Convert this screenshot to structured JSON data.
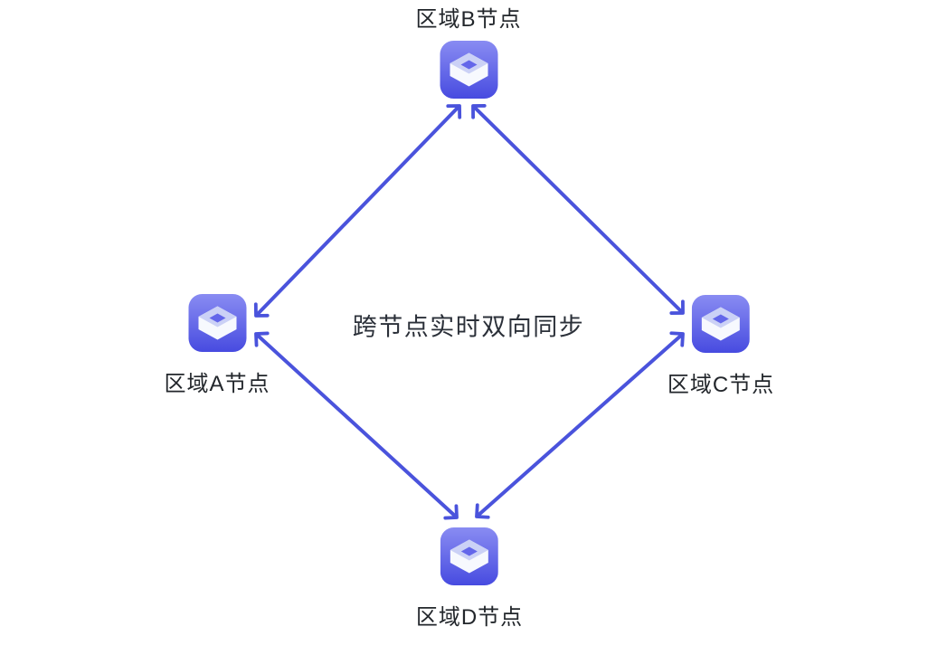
{
  "diagram": {
    "center_label": "跨节点实时双向同步",
    "nodes": [
      {
        "id": "B",
        "label": "区域B节点",
        "position": "top"
      },
      {
        "id": "A",
        "label": "区域A节点",
        "position": "left"
      },
      {
        "id": "C",
        "label": "区域C节点",
        "position": "right"
      },
      {
        "id": "D",
        "label": "区域D节点",
        "position": "bottom"
      }
    ],
    "edges": [
      {
        "from": "A",
        "to": "B",
        "bidirectional": true
      },
      {
        "from": "B",
        "to": "C",
        "bidirectional": true
      },
      {
        "from": "C",
        "to": "D",
        "bidirectional": true
      },
      {
        "from": "D",
        "to": "A",
        "bidirectional": true
      }
    ],
    "colors": {
      "arrow": "#4a53dc",
      "icon_gradient_top": "#898cf2",
      "icon_gradient_bottom": "#474be0",
      "icon_box_top_face": "#cbd1f6",
      "icon_box_front_face": "#f7f9fe",
      "icon_box_hole": "#6366ea",
      "node_label": "#22262b",
      "center_label": "#2b3039",
      "background": "#ffffff"
    }
  }
}
